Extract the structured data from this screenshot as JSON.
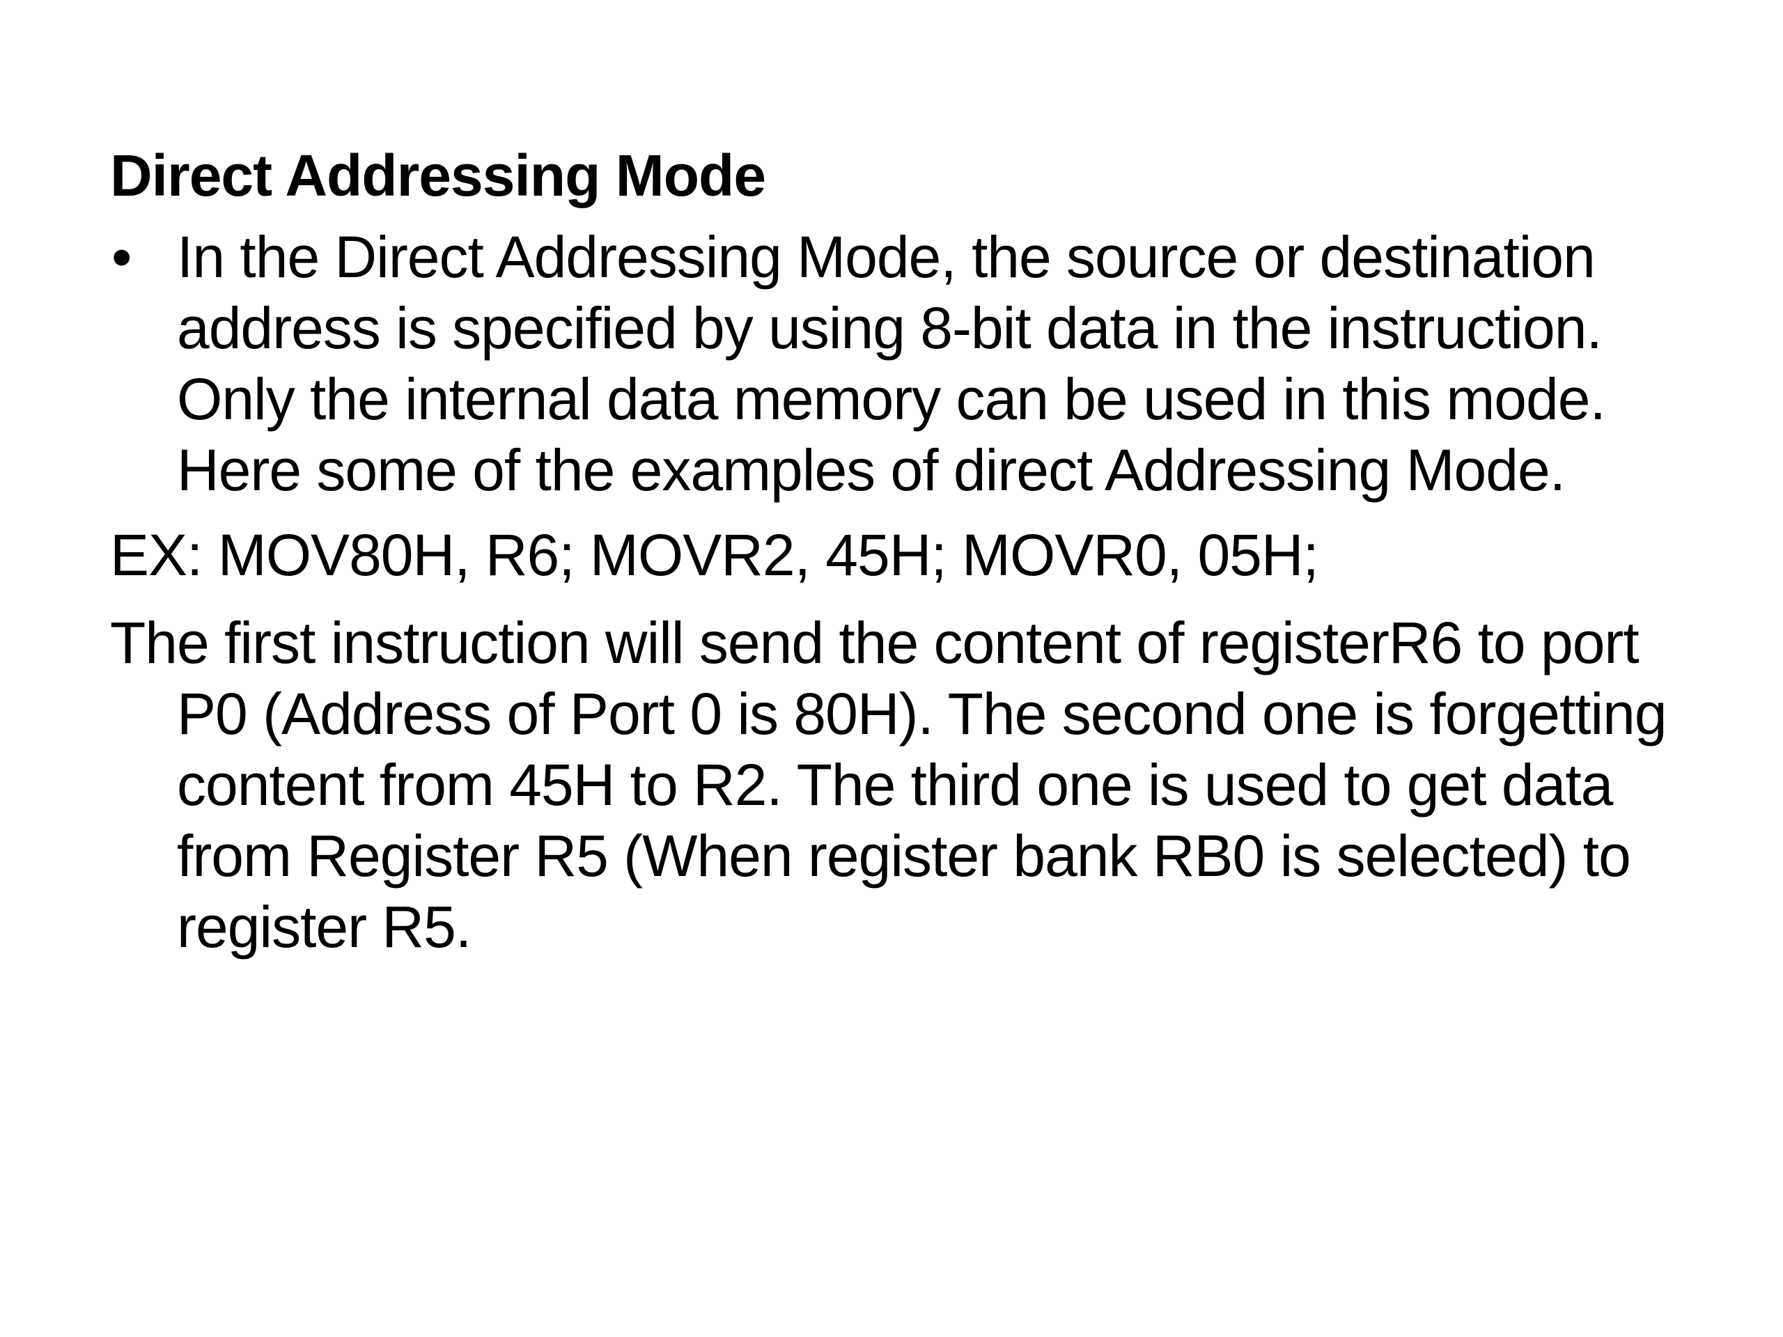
{
  "slide": {
    "title": "Direct Addressing Mode",
    "bullet_char": "•",
    "bullet_text": "In the Direct Addressing Mode, the source or destination address is specified by using 8-bit data in the instruction. Only the internal data memory can be used in this mode. Here some of the examples of direct Addressing Mode.",
    "example": "EX: MOV80H, R6; MOVR2, 45H; MOVR0, 05H;",
    "explanation": "The first instruction will send the content of registerR6 to port P0 (Address of Port 0 is 80H). The second one is forgetting content from 45H to R2. The third one is used to get data from Register R5 (When register bank RB0 is selected) to register R5."
  }
}
